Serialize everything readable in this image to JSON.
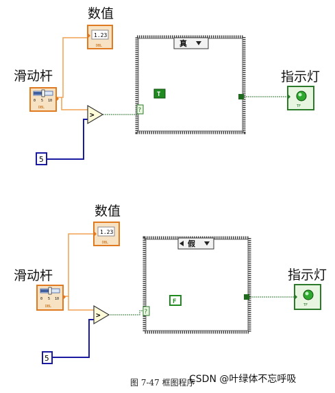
{
  "colors": {
    "orange_wire": "#f0a050",
    "blue_wire": "#1a1aa0",
    "green_wire": "#2a7a2a",
    "case_border": "#444444",
    "terminal_orange": "#e07a20",
    "bool_green": "#1f8a1f"
  },
  "top_diagram": {
    "indicator_numeric_label": "数值",
    "numeric_display": "1.23",
    "numeric_dtype": "DBL",
    "slider_label": "滑动杆",
    "slider_scale": [
      "0",
      "5",
      "10"
    ],
    "slider_dtype": "DBL",
    "case_selector": "真",
    "bool_constant": "T",
    "constant_value": "5",
    "led_label": "指示灯",
    "led_dtype": "TF",
    "question_mark": "?"
  },
  "bottom_diagram": {
    "indicator_numeric_label": "数值",
    "numeric_display": "1.23",
    "numeric_dtype": "DBL",
    "slider_label": "滑动杆",
    "slider_scale": [
      "0",
      "5",
      "10"
    ],
    "slider_dtype": "DBL",
    "case_selector": "假",
    "bool_constant": "F",
    "constant_value": "5",
    "led_label": "指示灯",
    "led_dtype": "TF",
    "question_mark": "?"
  },
  "caption": "图 7-47  框图程序",
  "watermark": "CSDN @叶绿体不忘呼吸"
}
